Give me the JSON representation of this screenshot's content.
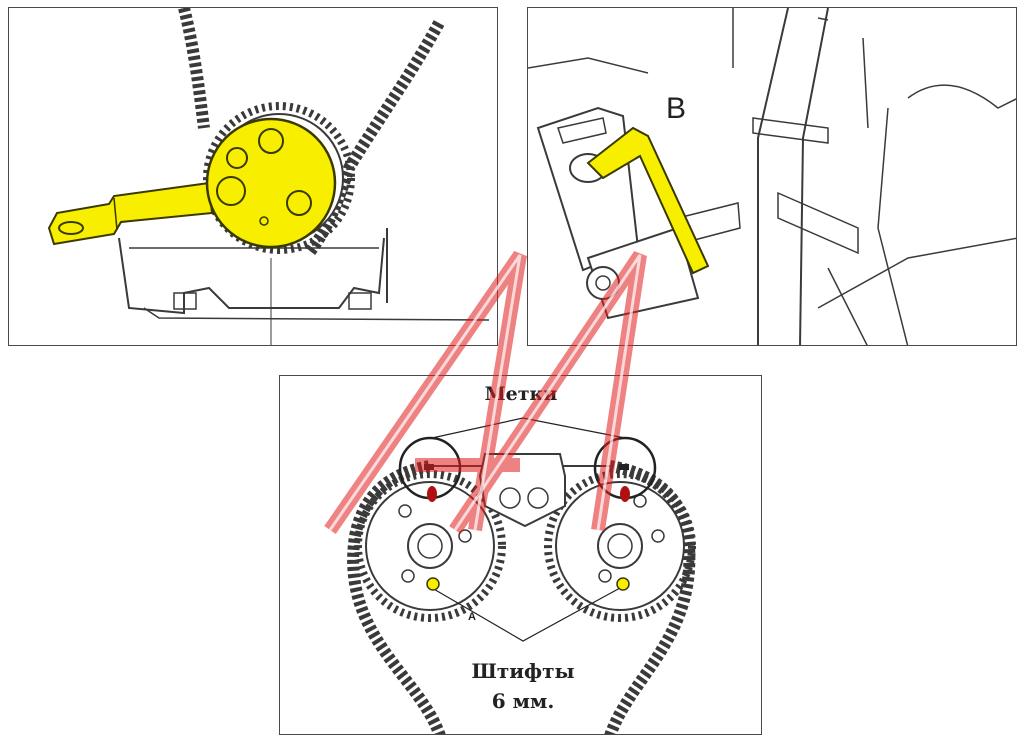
{
  "panels": {
    "top_left": {},
    "top_right": {
      "label_b": "B"
    },
    "bottom": {
      "label_marks": "Метки",
      "label_pins_line1": "Штифты",
      "label_pins_line2": "6 мм.",
      "label_a": "A"
    }
  },
  "colors": {
    "tool_yellow": "#f7ee00",
    "tool_outline": "#3a3a00",
    "mark_red": "#b01010",
    "watermark_red": "#e11b1b",
    "line_art": "#3a3a3a"
  },
  "watermark": {
    "icon": "triple-A-logo"
  }
}
